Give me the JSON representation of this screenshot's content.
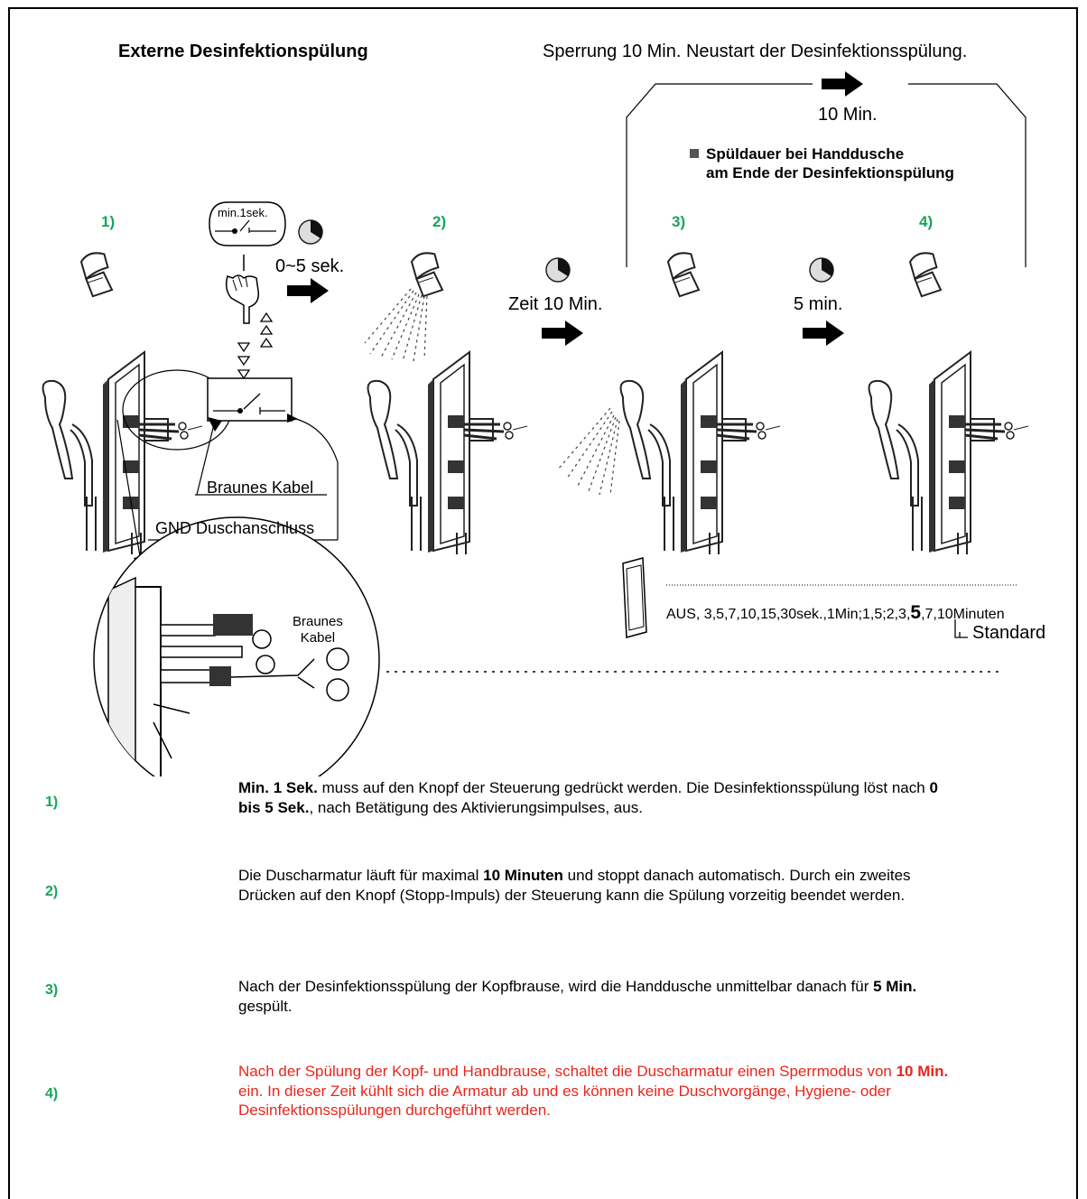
{
  "title": "Externe Desinfektionspülung",
  "lockout_note": "Sperrung 10 Min. Neustart der Desinfektionsspülung.",
  "lockout_duration": "10 Min.",
  "legend_line1": "Spüldauer bei Handdusche",
  "legend_line2": "am Ende der Desinfektionspülung",
  "steps": [
    "1)",
    "2)",
    "3)",
    "4)"
  ],
  "button_label": "min.1sek.",
  "delay_label": "0~5 sek.",
  "time_label_1": "Zeit 10 Min.",
  "time_label_2": "5 min.",
  "callout_cable": "Braunes Kabel",
  "callout_gnd": "GND Duschanschluss",
  "zoom_label_1": "Braunes",
  "zoom_label_2": "Kabel",
  "options_prefix": "AUS, 3,5,7,10,15,30sek.,1Min;1,5;2,3,",
  "options_default": "5",
  "options_suffix": ",7,10Minuten",
  "standard_label": "Standard",
  "descriptions": [
    {
      "num": "1)",
      "parts": [
        {
          "b": "Min. 1 Sek."
        },
        {
          "t": " muss auf den Knopf der Steuerung gedrückt werden. Die Desinfektionsspülung löst nach "
        },
        {
          "b": "0 bis 5 Sek."
        },
        {
          "t": ", nach Betätigung des Aktivierungsimpulses, aus."
        }
      ]
    },
    {
      "num": "2)",
      "parts": [
        {
          "t": "Die Duscharmatur läuft für maximal "
        },
        {
          "b": "10 Minuten"
        },
        {
          "t": " und stoppt danach automatisch. Durch ein zweites Drücken auf den Knopf (Stopp-Impuls) der Steuerung kann die Spülung vorzeitig beendet werden."
        }
      ]
    },
    {
      "num": "3)",
      "parts": [
        {
          "t": "Nach der Desinfektionsspülung der Kopfbrause, wird die Handdusche unmittelbar danach für "
        },
        {
          "b": "5 Min."
        },
        {
          "t": " gespült."
        }
      ]
    },
    {
      "num": "4)",
      "parts": [
        {
          "t": "Nach der Spülung der Kopf- und Handbrause, schaltet die Duscharmatur einen Sperrmodus von "
        },
        {
          "b": "10 Min."
        },
        {
          "t": " ein. In dieser Zeit kühlt sich die Armatur ab und es können keine Duschvorgänge, Hygiene- oder Desinfektionsspülungen durchgeführt werden."
        }
      ]
    }
  ],
  "colors": {
    "step_green": "#14a65a",
    "warning_red": "#e8261c"
  }
}
